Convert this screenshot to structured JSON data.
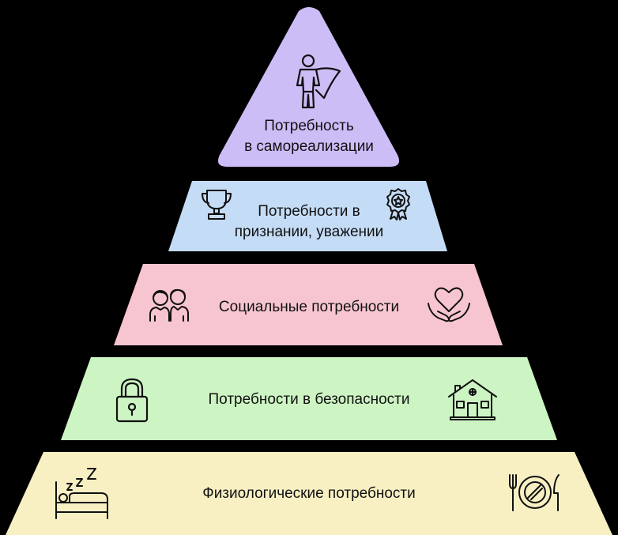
{
  "levels": [
    {
      "id": "self-actualization",
      "label_line1": "Потребность",
      "label_line2": "в самореализации",
      "color": "#cdbdf7",
      "icons": [
        "superhero-icon"
      ]
    },
    {
      "id": "esteem",
      "label_line1": "Потребности в",
      "label_line2": "признании, уважении",
      "color": "#c5dcf6",
      "icons": [
        "trophy-icon",
        "award-medal-icon"
      ]
    },
    {
      "id": "social",
      "label": "Социальные потребности",
      "color": "#f7c5d0",
      "icons": [
        "people-pair-icon",
        "heart-in-hands-icon"
      ]
    },
    {
      "id": "safety",
      "label": "Потребности в безопасности",
      "color": "#cdf5c4",
      "icons": [
        "padlock-icon",
        "house-icon"
      ]
    },
    {
      "id": "physiological",
      "label": "Физиологические потребности",
      "color": "#f8f0c3",
      "icons": [
        "sleeping-bed-icon",
        "plate-cutlery-icon"
      ]
    }
  ]
}
